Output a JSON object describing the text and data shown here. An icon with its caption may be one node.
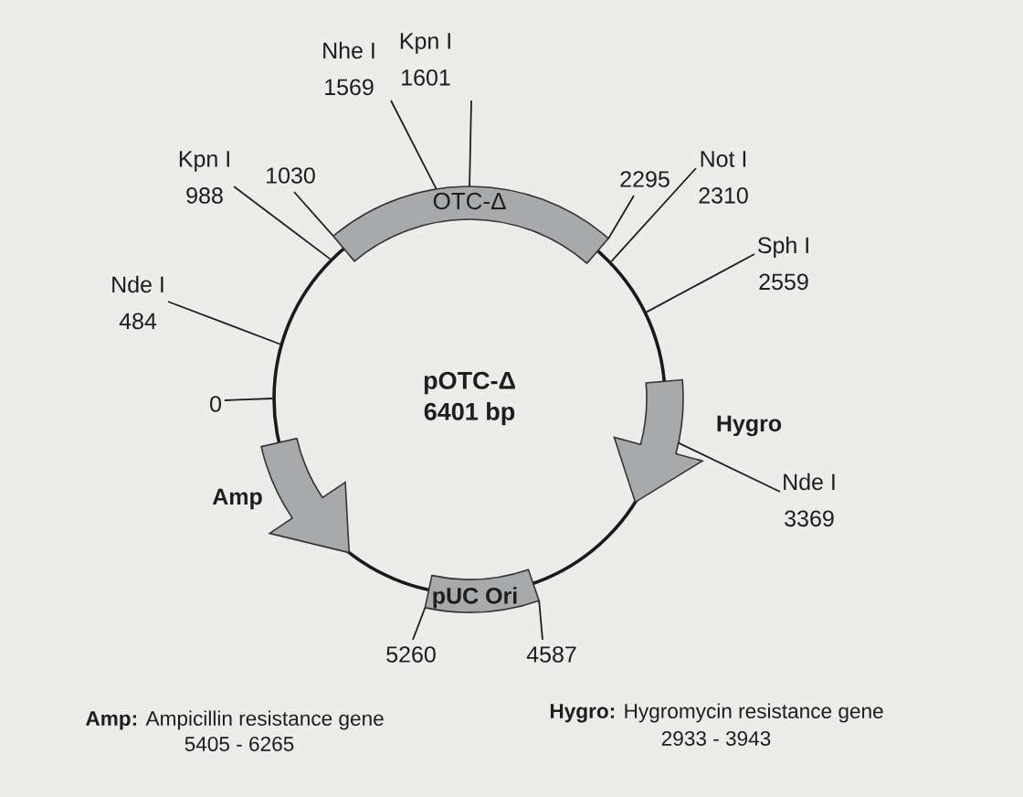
{
  "diagram": {
    "nodes": [
      {
        "text": [
          "pOTC-Δ",
          "6401 bp"
        ]
      },
      {
        "text": [
          "OTC-Δ"
        ]
      },
      {
        "text": [
          "Hygro"
        ]
      },
      {
        "text": [
          "pUC Ori"
        ]
      },
      {
        "text": [
          "Amp"
        ]
      },
      {
        "text": [
          "Nhe I",
          "1569"
        ]
      },
      {
        "text": [
          "Kpn I",
          "1601"
        ]
      },
      {
        "text": [
          "Kpn I",
          "988"
        ]
      },
      {
        "text": [
          "1030"
        ]
      },
      {
        "text": [
          "2295"
        ]
      },
      {
        "text": [
          "Not I",
          "2310"
        ]
      },
      {
        "text": [
          "Sph I",
          "2559"
        ]
      },
      {
        "text": [
          "Nde I",
          "484"
        ]
      },
      {
        "text": [
          "0"
        ]
      },
      {
        "text": [
          "Nde I",
          "3369"
        ]
      },
      {
        "text": [
          "5260"
        ]
      },
      {
        "text": [
          "4587"
        ]
      }
    ],
    "edges": [
      {
        "from": 5,
        "to": 1,
        "arrow": "none"
      },
      {
        "from": 6,
        "to": 1,
        "arrow": "none"
      },
      {
        "from": 7,
        "to": 0,
        "arrow": "none"
      },
      {
        "from": 8,
        "to": 1,
        "arrow": "none"
      },
      {
        "from": 9,
        "to": 1,
        "arrow": "none"
      },
      {
        "from": 10,
        "to": 0,
        "arrow": "none"
      },
      {
        "from": 11,
        "to": 0,
        "arrow": "none"
      },
      {
        "from": 12,
        "to": 0,
        "arrow": "none"
      },
      {
        "from": 13,
        "to": 0,
        "arrow": "none"
      },
      {
        "from": 14,
        "to": 2,
        "arrow": "none"
      },
      {
        "from": 15,
        "to": 3,
        "arrow": "none"
      },
      {
        "from": 16,
        "to": 3,
        "arrow": "none"
      }
    ],
    "labels": [
      "**Amp:** Ampicillin resistance gene",
      "5405 - 6265",
      "**Hygro:** Hygromycin resistance gene",
      "2933 - 3943"
    ]
  }
}
